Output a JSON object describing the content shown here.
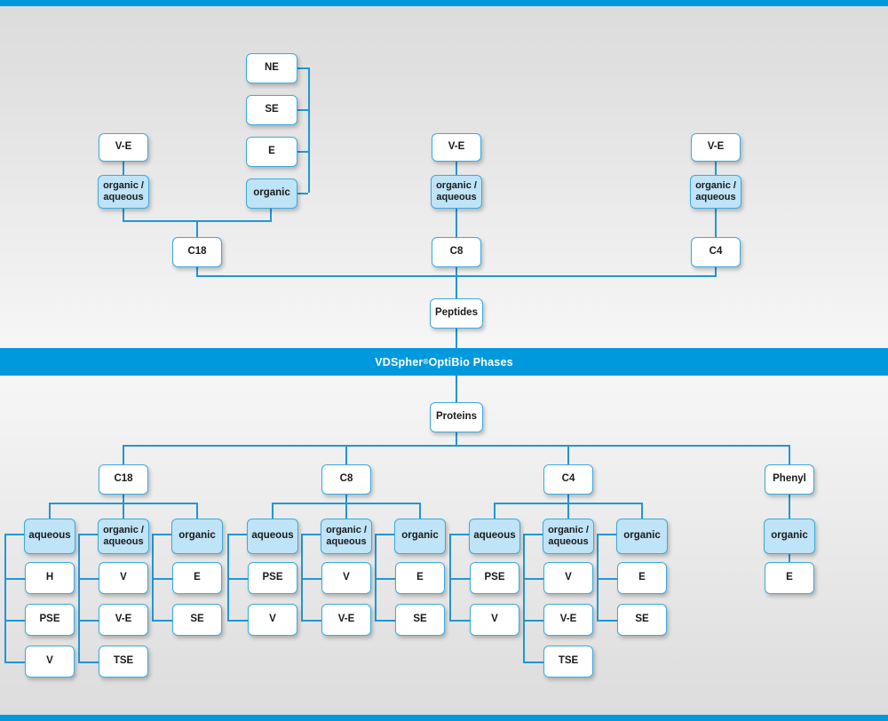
{
  "banner": {
    "brand": "VDSpher",
    "registered": "®",
    "suffix": " OptiBio Phases"
  },
  "colors": {
    "accent": "#0099dd",
    "line": "#2196d6",
    "box_border": "#3aabe0",
    "box_fill": "#ffffff",
    "box_fill_highlight": "#bfe3f7",
    "text": "#1a1a1a",
    "banner_text": "#ffffff",
    "background_light": "#f6f6f6",
    "background_dark": "#dcdcdc"
  },
  "peptides": {
    "root_label": "Peptides",
    "columns": [
      {
        "id": "c18",
        "phase_label": "C18",
        "modifiers": [
          {
            "id": "organic-aqueous",
            "label": "organic /\naqueous",
            "highlight": true,
            "children": [
              {
                "label": "V-E"
              }
            ]
          },
          {
            "id": "organic",
            "label": "organic",
            "highlight": true,
            "children": [
              {
                "label": "NE"
              },
              {
                "label": "SE"
              },
              {
                "label": "E"
              }
            ]
          }
        ]
      },
      {
        "id": "c8",
        "phase_label": "C8",
        "modifiers": [
          {
            "id": "organic-aqueous",
            "label": "organic /\naqueous",
            "highlight": true,
            "children": [
              {
                "label": "V-E"
              }
            ]
          }
        ]
      },
      {
        "id": "c4",
        "phase_label": "C4",
        "modifiers": [
          {
            "id": "organic-aqueous",
            "label": "organic /\naqueous",
            "highlight": true,
            "children": [
              {
                "label": "V-E"
              }
            ]
          }
        ]
      }
    ]
  },
  "proteins": {
    "root_label": "Proteins",
    "columns": [
      {
        "id": "c18",
        "phase_label": "C18",
        "modifiers": [
          {
            "id": "aqueous",
            "label": "aqueous",
            "highlight": true,
            "children": [
              {
                "label": "H"
              },
              {
                "label": "PSE"
              },
              {
                "label": "V"
              }
            ]
          },
          {
            "id": "organic-aqueous",
            "label": "organic /\naqueous",
            "highlight": true,
            "children": [
              {
                "label": "V"
              },
              {
                "label": "V-E"
              },
              {
                "label": "TSE"
              }
            ]
          },
          {
            "id": "organic",
            "label": "organic",
            "highlight": true,
            "children": [
              {
                "label": "E"
              },
              {
                "label": "SE"
              }
            ]
          }
        ]
      },
      {
        "id": "c8",
        "phase_label": "C8",
        "modifiers": [
          {
            "id": "aqueous",
            "label": "aqueous",
            "highlight": true,
            "children": [
              {
                "label": "PSE"
              },
              {
                "label": "V"
              }
            ]
          },
          {
            "id": "organic-aqueous",
            "label": "organic /\naqueous",
            "highlight": true,
            "children": [
              {
                "label": "V"
              },
              {
                "label": "V-E"
              }
            ]
          },
          {
            "id": "organic",
            "label": "organic",
            "highlight": true,
            "children": [
              {
                "label": "E"
              },
              {
                "label": "SE"
              }
            ]
          }
        ]
      },
      {
        "id": "c4",
        "phase_label": "C4",
        "modifiers": [
          {
            "id": "aqueous",
            "label": "aqueous",
            "highlight": true,
            "children": [
              {
                "label": "PSE"
              },
              {
                "label": "V"
              }
            ]
          },
          {
            "id": "organic-aqueous",
            "label": "organic /\naqueous",
            "highlight": true,
            "children": [
              {
                "label": "V"
              },
              {
                "label": "V-E"
              },
              {
                "label": "TSE"
              }
            ]
          },
          {
            "id": "organic",
            "label": "organic",
            "highlight": true,
            "children": [
              {
                "label": "E"
              },
              {
                "label": "SE"
              }
            ]
          }
        ]
      },
      {
        "id": "phenyl",
        "phase_label": "Phenyl",
        "modifiers": [
          {
            "id": "organic",
            "label": "organic",
            "highlight": true,
            "children": [
              {
                "label": "E"
              }
            ]
          }
        ]
      }
    ]
  }
}
